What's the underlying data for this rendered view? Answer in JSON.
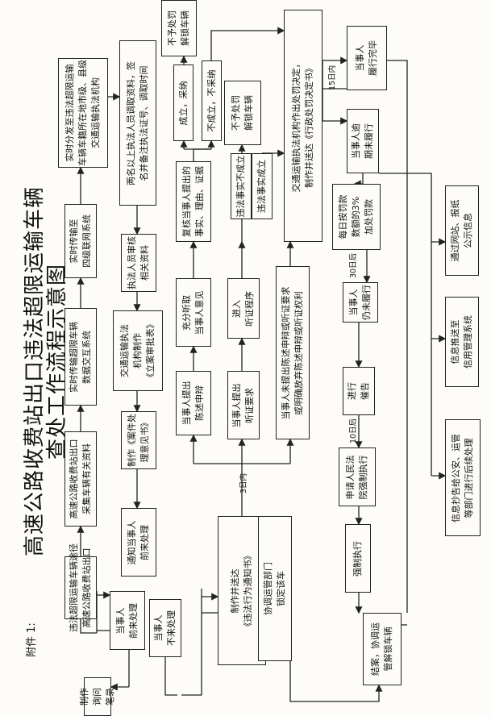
{
  "attachment": "附件 1:",
  "title_line1": "高速公路收费站出口违法超限运输车辆",
  "title_line2": "查处工作流程示意图",
  "boxes": {
    "b_detect": [
      "违法超限运输车辆途径",
      "高速公路收费站出口"
    ],
    "b_collect": [
      "高速公路收费站出口",
      "采集车辆有关资料"
    ],
    "b_transmit": [
      "实时传输超限车辆",
      "数据交互系统"
    ],
    "b_transmit4": [
      "实时传输至",
      "四级联网系统"
    ],
    "b_dispatch": [
      "实时分发至违法超限运输",
      "车辆车籍所在地市级、县级",
      "交通运输执法机构"
    ],
    "b_come1": [
      "当事人",
      "前来处理"
    ],
    "b_notcome1": [
      "当事人",
      "不来处理"
    ],
    "b_notify": [
      "通知当事人",
      "前来处理"
    ],
    "b_opinion": [
      "制作《案件处",
      "理意见书》"
    ],
    "b_approval": [
      "交通运输执法",
      "机构制作",
      "《立案审批表》"
    ],
    "b_review": [
      "执法人员审核",
      "相关资料"
    ],
    "b_collect2": [
      "两名以上执法人员调取资料，签",
      "名并备注执法证号、调取时间"
    ],
    "b_record": [
      "制作",
      "询问",
      "笔录"
    ],
    "b_defend": [
      "当事人提出",
      "陈述申辩"
    ],
    "b_listen": [
      "充分听取",
      "当事人意见"
    ],
    "b_recheck": [
      "复核当事人提出的",
      "事实、理由、证据"
    ],
    "b_ok": [
      "成立，采纳"
    ],
    "b_no": [
      "不成立，不采纳"
    ],
    "b_nopun_top": [
      "不予处罚",
      "解锁车辆"
    ],
    "b_nopun_mid": [
      "不予处罚",
      "解锁车辆"
    ],
    "b_hearing_req": [
      "当事人提出",
      "听证要求"
    ],
    "b_hearing": [
      "进入",
      "听证程序"
    ],
    "b_fact_no": [
      "违法事实不成立"
    ],
    "b_fact_yes": [
      "违法事实成立"
    ],
    "b_giveup": [
      "当事人未提出陈述申辩或听证要求",
      "或明确放弃陈述申辩或听证权利"
    ],
    "b_decision": [
      "交通运输执法机构作出处罚决定，",
      "制作并送达《行政处罚决定书》"
    ],
    "b_done": [
      "当事人",
      "履行完毕"
    ],
    "b_overdue": [
      "当事人逾",
      "期未履行"
    ],
    "b_fine": [
      "每日按罚款",
      "数额的3%",
      "加处罚款"
    ],
    "b_still": [
      "当事人",
      "仍未履行"
    ],
    "b_urge": [
      "进行",
      "催告"
    ],
    "b_court": [
      "申请人民法",
      "院强制执行"
    ],
    "b_enforce": [
      "强制执行"
    ],
    "b_notice": [
      "制作并送达",
      "《违法行为通知书》"
    ],
    "b_lock": [
      "协调运管部门",
      "锁定该车"
    ],
    "b_close": [
      "结案，协调运",
      "管解锁车辆"
    ],
    "b_web": [
      "通过网站、报纸",
      "公示信息"
    ],
    "b_credit": [
      "信息推送至",
      "信用管理系统"
    ],
    "b_police": [
      "信息抄告给公安、运管",
      "等部门进行后续处理"
    ]
  },
  "edges": {
    "days3": "3日内",
    "days15": "15日内",
    "days30": "30日后",
    "days10": "10日后"
  }
}
